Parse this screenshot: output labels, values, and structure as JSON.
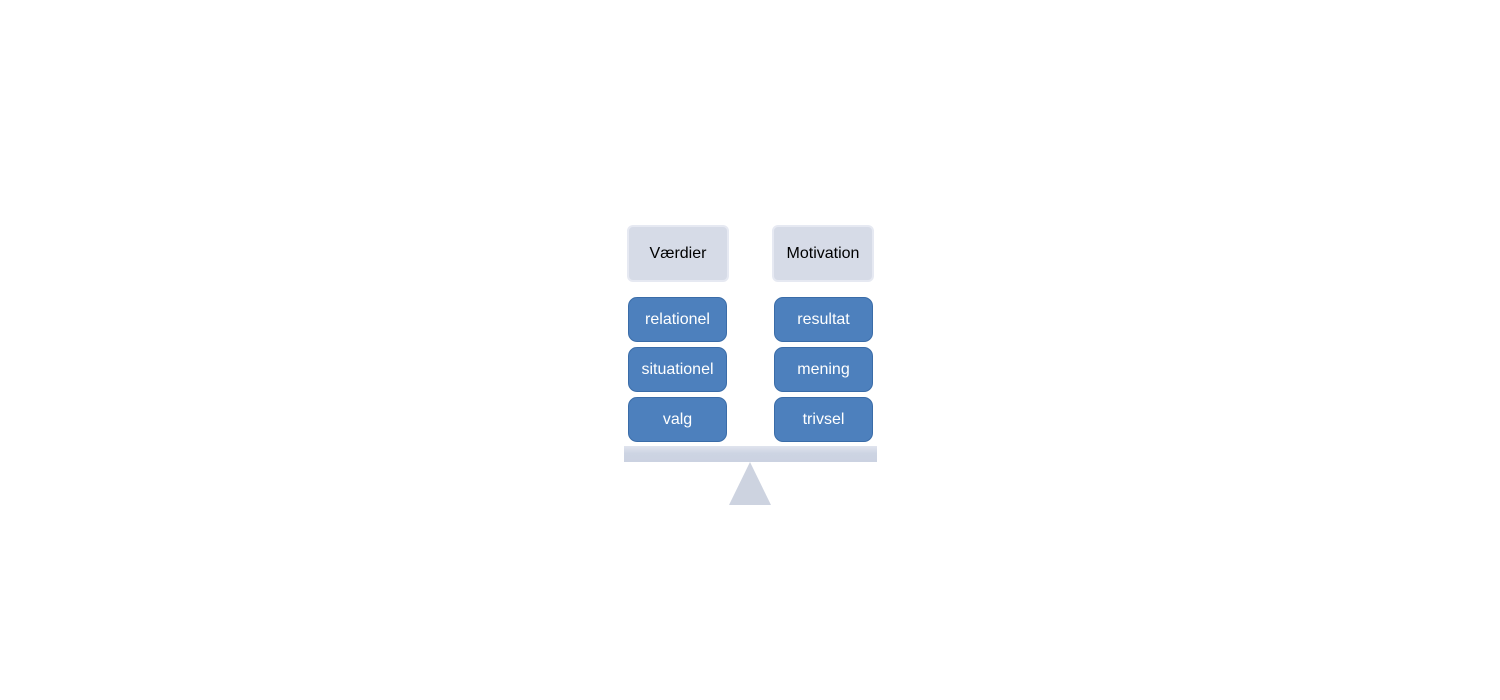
{
  "diagram": {
    "kind": "balance-scale",
    "left_column": {
      "header": "Værdier",
      "items": [
        "relationel",
        "situationel",
        "valg"
      ]
    },
    "right_column": {
      "header": "Motivation",
      "items": [
        "resultat",
        "mening",
        "trivsel"
      ]
    },
    "colors": {
      "item_fill": "#4d80bd",
      "item_border": "#3a6ca8",
      "item_text": "#ffffff",
      "header_fill": "#d6dbe7",
      "header_border": "#e6e9f2",
      "header_text": "#000000",
      "beam_fill": "#cdd4e3",
      "fulcrum_fill": "#cdd3e0",
      "background": "#ffffff"
    }
  }
}
